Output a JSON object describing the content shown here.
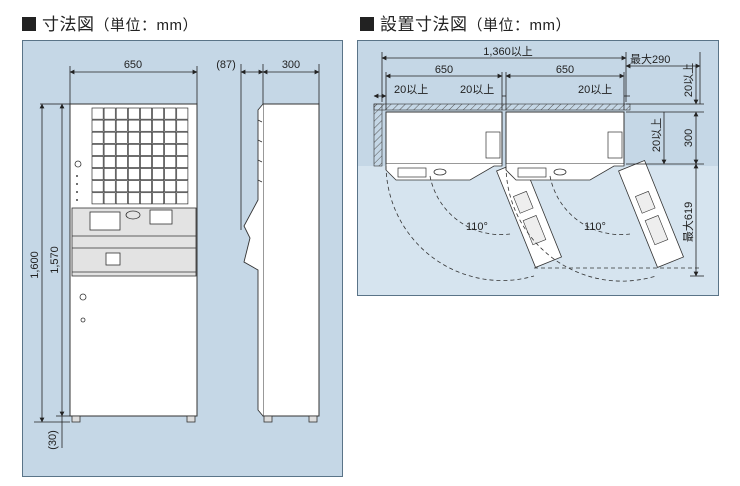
{
  "left": {
    "title": "寸法図",
    "unit": "（単位：mm）",
    "dims": {
      "width": "650",
      "gap": "(87)",
      "depth": "300",
      "height_total": "1,600",
      "height_body": "1,570",
      "foot": "(30)"
    }
  },
  "right": {
    "title": "設置寸法図",
    "unit": "（単位：mm）",
    "dims": {
      "total": "1,360以上",
      "unit_w1": "650",
      "unit_w2": "650",
      "max_top": "最大290",
      "clr_left": "20以上",
      "clr_mid": "20以上",
      "clr_right": "20以上",
      "top_clr": "20以上",
      "side_clr": "20以上",
      "depth": "300",
      "max_swing": "最大619",
      "angle1": "110°",
      "angle2": "110°"
    }
  }
}
